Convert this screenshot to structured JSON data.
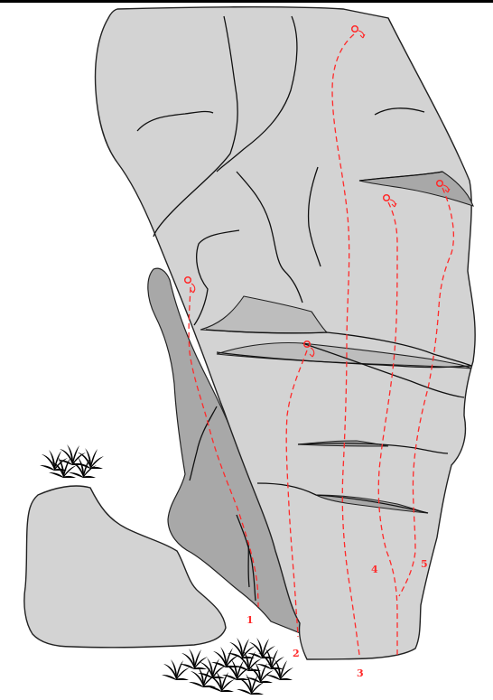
{
  "colors": {
    "rock": "#d3d3d3",
    "shadow": "#a8a8a8",
    "outline": "#222222",
    "route": "#ff2a2a",
    "grass": "#1f4a14"
  },
  "routes": [
    {
      "number": "1"
    },
    {
      "number": "2"
    },
    {
      "number": "3"
    },
    {
      "number": "4"
    },
    {
      "number": "5"
    }
  ]
}
